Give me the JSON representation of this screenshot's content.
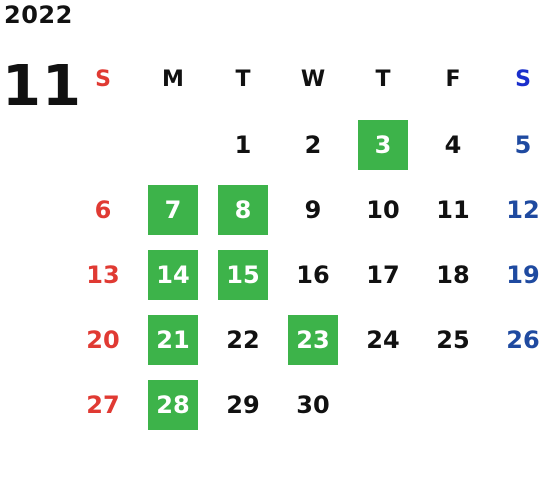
{
  "calendar": {
    "year": "2022",
    "month": "11",
    "weekdays": [
      {
        "label": "S",
        "color": "#e03a33"
      },
      {
        "label": "M",
        "color": "#111111"
      },
      {
        "label": "T",
        "color": "#111111"
      },
      {
        "label": "W",
        "color": "#111111"
      },
      {
        "label": "T",
        "color": "#111111"
      },
      {
        "label": "F",
        "color": "#111111"
      },
      {
        "label": "S",
        "color": "#1a2fcc"
      }
    ],
    "weeks": [
      [
        "",
        "",
        "1",
        "2",
        "3",
        "4",
        "5"
      ],
      [
        "6",
        "7",
        "8",
        "9",
        "10",
        "11",
        "12"
      ],
      [
        "13",
        "14",
        "15",
        "16",
        "17",
        "18",
        "19"
      ],
      [
        "20",
        "21",
        "22",
        "23",
        "24",
        "25",
        "26"
      ],
      [
        "27",
        "28",
        "29",
        "30",
        "",
        "",
        ""
      ]
    ],
    "highlighted_days": [
      "3",
      "7",
      "8",
      "14",
      "15",
      "21",
      "23",
      "28"
    ],
    "colors": {
      "highlight": "#3db34a",
      "sunday": "#e03a33",
      "saturday_header": "#1a2fcc",
      "saturday_date": "#1f4aa0",
      "weekday": "#111111"
    }
  }
}
